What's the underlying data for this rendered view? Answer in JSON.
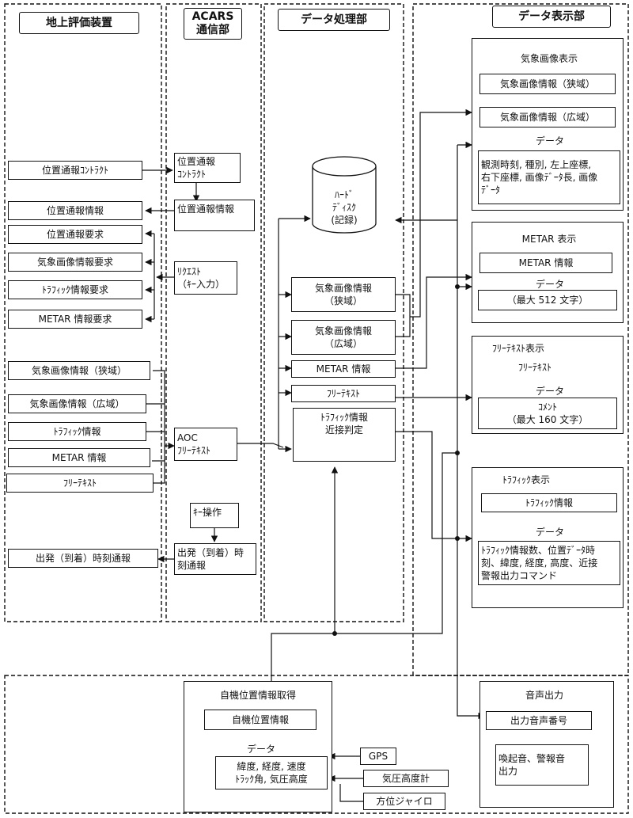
{
  "ground": {
    "header": "地上評価装置",
    "items": {
      "contract": "位置通報ｺﾝﾄﾗｸﾄ",
      "info": "位置通報情報",
      "req_pos": "位置通報要求",
      "req_wx": "気象画像情報要求",
      "req_traffic": "ﾄﾗﾌｨｯｸ情報要求",
      "req_metar": "METAR 情報要求",
      "wx_narrow": "気象画像情報（狭域）",
      "wx_wide": "気象画像情報（広域）",
      "traffic": "ﾄﾗﾌｨｯｸ情報",
      "metar": "METAR 情報",
      "freetext": "ﾌﾘｰﾃｷｽﾄ",
      "departure": "出発（到着）時刻通報"
    }
  },
  "acars": {
    "header": "ACARS\n通信部",
    "contract": "位置通報\nｺﾝﾄﾗｸﾄ",
    "info": "位置通報情報",
    "request": "ﾘｸｴｽﾄ\n（ｷｰ入力）",
    "aoc": "AOC\nﾌﾘｰﾃｷｽﾄ",
    "key_op": "ｷｰ操作",
    "departure": "出発（到着）時\n刻通報"
  },
  "processing": {
    "header": "データ処理部",
    "disk": "ﾊｰﾄﾞ\nﾃﾞｨｽｸ\n(記録)",
    "wx_narrow": "気象画像情報\n（狭域）",
    "wx_wide": "気象画像情報\n（広域）",
    "metar": "METAR 情報",
    "freetext": "ﾌﾘｰﾃｷｽﾄ",
    "traffic": "ﾄﾗﾌｨｯｸ情報\n近接判定"
  },
  "display": {
    "header": "データ表示部",
    "wx_panel": {
      "title": "気象画像表示",
      "narrow": "気象画像情報（狭域）",
      "wide": "気象画像情報（広域）",
      "data_label": "データ",
      "data": "観測時刻, 種別, 左上座標,\n右下座標, 画像ﾃﾞｰﾀ長, 画像\nﾃﾞｰﾀ"
    },
    "metar_panel": {
      "title": "METAR 表示",
      "info": "METAR 情報",
      "data_label": "データ",
      "data": "（最大 512 文字）"
    },
    "freetext_panel": {
      "title": "ﾌﾘｰﾃｷｽﾄ表示",
      "subtitle": "ﾌﾘｰﾃｷｽﾄ",
      "data_label": "データ",
      "comment": "ｺﾒﾝﾄ\n（最大 160 文字）"
    },
    "traffic_panel": {
      "title": "ﾄﾗﾌｨｯｸ表示",
      "info": "ﾄﾗﾌｨｯｸ情報",
      "data_label": "データ",
      "data": "ﾄﾗﾌｨｯｸ情報数、位置ﾃﾞｰﾀ時\n刻、緯度, 経度, 高度、近接\n警報出力コマンド"
    }
  },
  "audio": {
    "title": "音声出力",
    "number": "出力音声番号",
    "sound": "喚起音、警報音\n出力"
  },
  "ownship": {
    "title": "自機位置情報取得",
    "info": "自機位置情報",
    "data_label": "データ",
    "data": "緯度, 経度, 速度\nﾄﾗｯｸ角, 気圧高度"
  },
  "sensors": {
    "gps": "GPS",
    "baro": "気圧高度計",
    "gyro": "方位ジャイロ"
  }
}
